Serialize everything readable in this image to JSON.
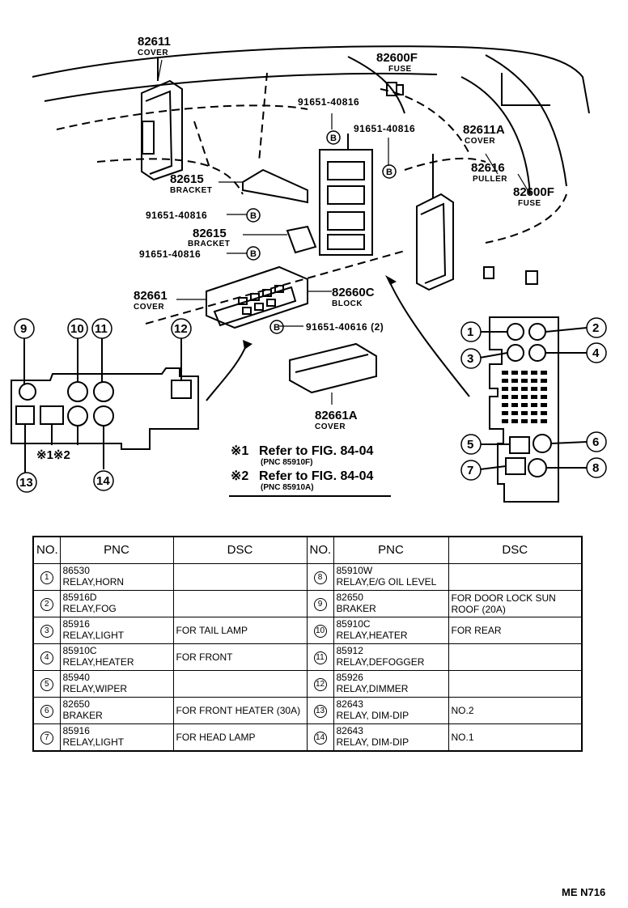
{
  "diagram": {
    "labels": {
      "cover_82611": {
        "num": "82611",
        "desc": "COVER"
      },
      "fuse_82600f_top": {
        "num": "82600F",
        "desc": "FUSE"
      },
      "bolt_1": "91651-40816",
      "bolt_2": "91651-40816",
      "cover_82611a": {
        "num": "82611A",
        "desc": "COVER"
      },
      "puller_82616": {
        "num": "82616",
        "desc": "PULLER"
      },
      "fuse_82600f_right": {
        "num": "82600F",
        "desc": "FUSE"
      },
      "bracket_1": {
        "num": "82615",
        "desc": "BRACKET"
      },
      "bolt_3": "91651-40816",
      "bracket_2": {
        "num": "82615",
        "desc": "BRACKET"
      },
      "bolt_4": "91651-40816",
      "cover_82661": {
        "num": "82661",
        "desc": "COVER"
      },
      "block_82660c": {
        "num": "82660C",
        "desc": "BLOCK"
      },
      "bolt_5": "91651-40616 (2)",
      "cover_82661a": {
        "num": "82661A",
        "desc": "COVER"
      },
      "bolt_marker": "B"
    },
    "left_circles": [
      "9",
      "10",
      "11",
      "12",
      "13",
      "14"
    ],
    "right_circles": [
      "1",
      "2",
      "3",
      "4",
      "5",
      "6",
      "7",
      "8"
    ],
    "notes_marks": "※1※2",
    "refs": [
      {
        "mark": "※1",
        "text": "Refer to FIG. 84-04",
        "pnc": "(PNC 85910F)"
      },
      {
        "mark": "※2",
        "text": "Refer to FIG. 84-04",
        "pnc": "(PNC 85910A)"
      }
    ]
  },
  "table": {
    "headers": {
      "no": "NO.",
      "pnc": "PNC",
      "dsc": "DSC"
    },
    "left_rows": [
      {
        "no": "1",
        "code": "86530",
        "name": "RELAY,HORN",
        "dsc": ""
      },
      {
        "no": "2",
        "code": "85916D",
        "name": "RELAY,FOG",
        "dsc": ""
      },
      {
        "no": "3",
        "code": "85916",
        "name": "RELAY,LIGHT",
        "dsc": "FOR TAIL LAMP"
      },
      {
        "no": "4",
        "code": "85910C",
        "name": "RELAY,HEATER",
        "dsc": "FOR FRONT"
      },
      {
        "no": "5",
        "code": "85940",
        "name": "RELAY,WIPER",
        "dsc": ""
      },
      {
        "no": "6",
        "code": "82650",
        "name": "BRAKER",
        "dsc": "FOR FRONT HEATER (30A)"
      },
      {
        "no": "7",
        "code": "85916",
        "name": "RELAY,LIGHT",
        "dsc": "FOR HEAD LAMP"
      }
    ],
    "right_rows": [
      {
        "no": "8",
        "code": "85910W",
        "name": "RELAY,E/G OIL LEVEL",
        "dsc": ""
      },
      {
        "no": "9",
        "code": "82650",
        "name": "BRAKER",
        "dsc": "FOR DOOR LOCK SUN ROOF (20A)"
      },
      {
        "no": "10",
        "code": "85910C",
        "name": "RELAY,HEATER",
        "dsc": "FOR REAR"
      },
      {
        "no": "11",
        "code": "85912",
        "name": "RELAY,DEFOGGER",
        "dsc": ""
      },
      {
        "no": "12",
        "code": "85926",
        "name": "RELAY,DIMMER",
        "dsc": ""
      },
      {
        "no": "13",
        "code": "82643",
        "name": "RELAY, DIM-DIP",
        "dsc": "NO.2"
      },
      {
        "no": "14",
        "code": "82643",
        "name": "RELAY, DIM-DIP",
        "dsc": "NO.1"
      }
    ]
  },
  "page_code": "ME  N716"
}
